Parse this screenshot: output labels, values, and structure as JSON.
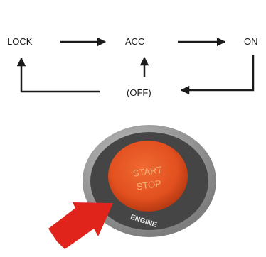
{
  "states": {
    "lock": "LOCK",
    "acc": "ACC",
    "on": "ON",
    "off": "(OFF)"
  },
  "button": {
    "line1": "START",
    "line2": "STOP",
    "ring_label": "ENGINE"
  },
  "colors": {
    "arrow": "#1a1a1a",
    "button_face": "#e2501f",
    "pointer": "#e0241b",
    "bezel_outer": "#9a9a9a",
    "bezel_inner": "#454545"
  },
  "icons": {
    "pointer": "press-arrow-icon"
  }
}
